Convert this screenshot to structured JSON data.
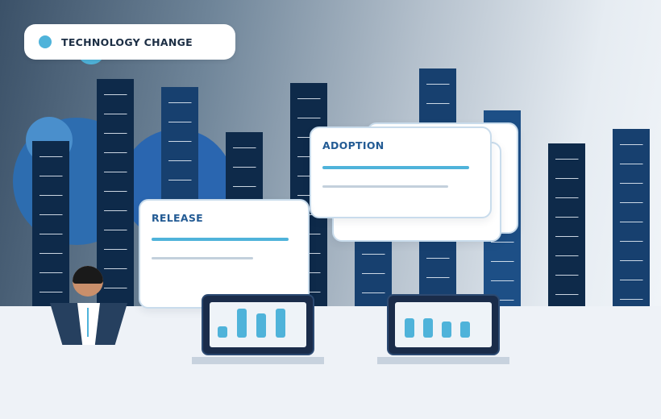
{
  "scene": {
    "badge": {
      "label": "TECHNOLOGY CHANGE"
    },
    "cards": {
      "release": {
        "title": "RELEASE"
      },
      "adoption": {
        "title": "ADOPTION"
      }
    },
    "colors": {
      "accent": "#4fb3da",
      "title_text": "#235b94",
      "building_dark": "#0e2a4a",
      "building_mid": "#17406f"
    }
  }
}
